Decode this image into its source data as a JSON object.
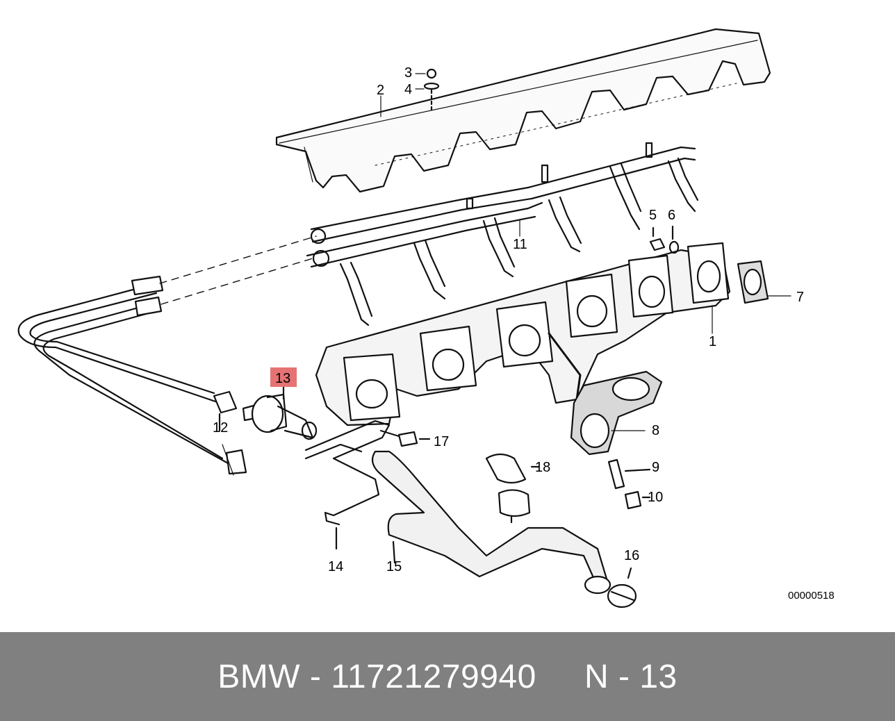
{
  "diagram": {
    "part_labels": [
      "1",
      "2",
      "3",
      "4",
      "5",
      "6",
      "7",
      "8",
      "9",
      "10",
      "11",
      "12",
      "13",
      "14",
      "15",
      "16",
      "17",
      "18"
    ],
    "highlighted_part": "13",
    "highlight_color": "#e57373",
    "reference_number": "00000518"
  },
  "footer": {
    "brand": "BMW",
    "separator": "-",
    "part_number": "11721279940",
    "position_label": "N",
    "position_number": "13",
    "background_color": "#808080"
  }
}
